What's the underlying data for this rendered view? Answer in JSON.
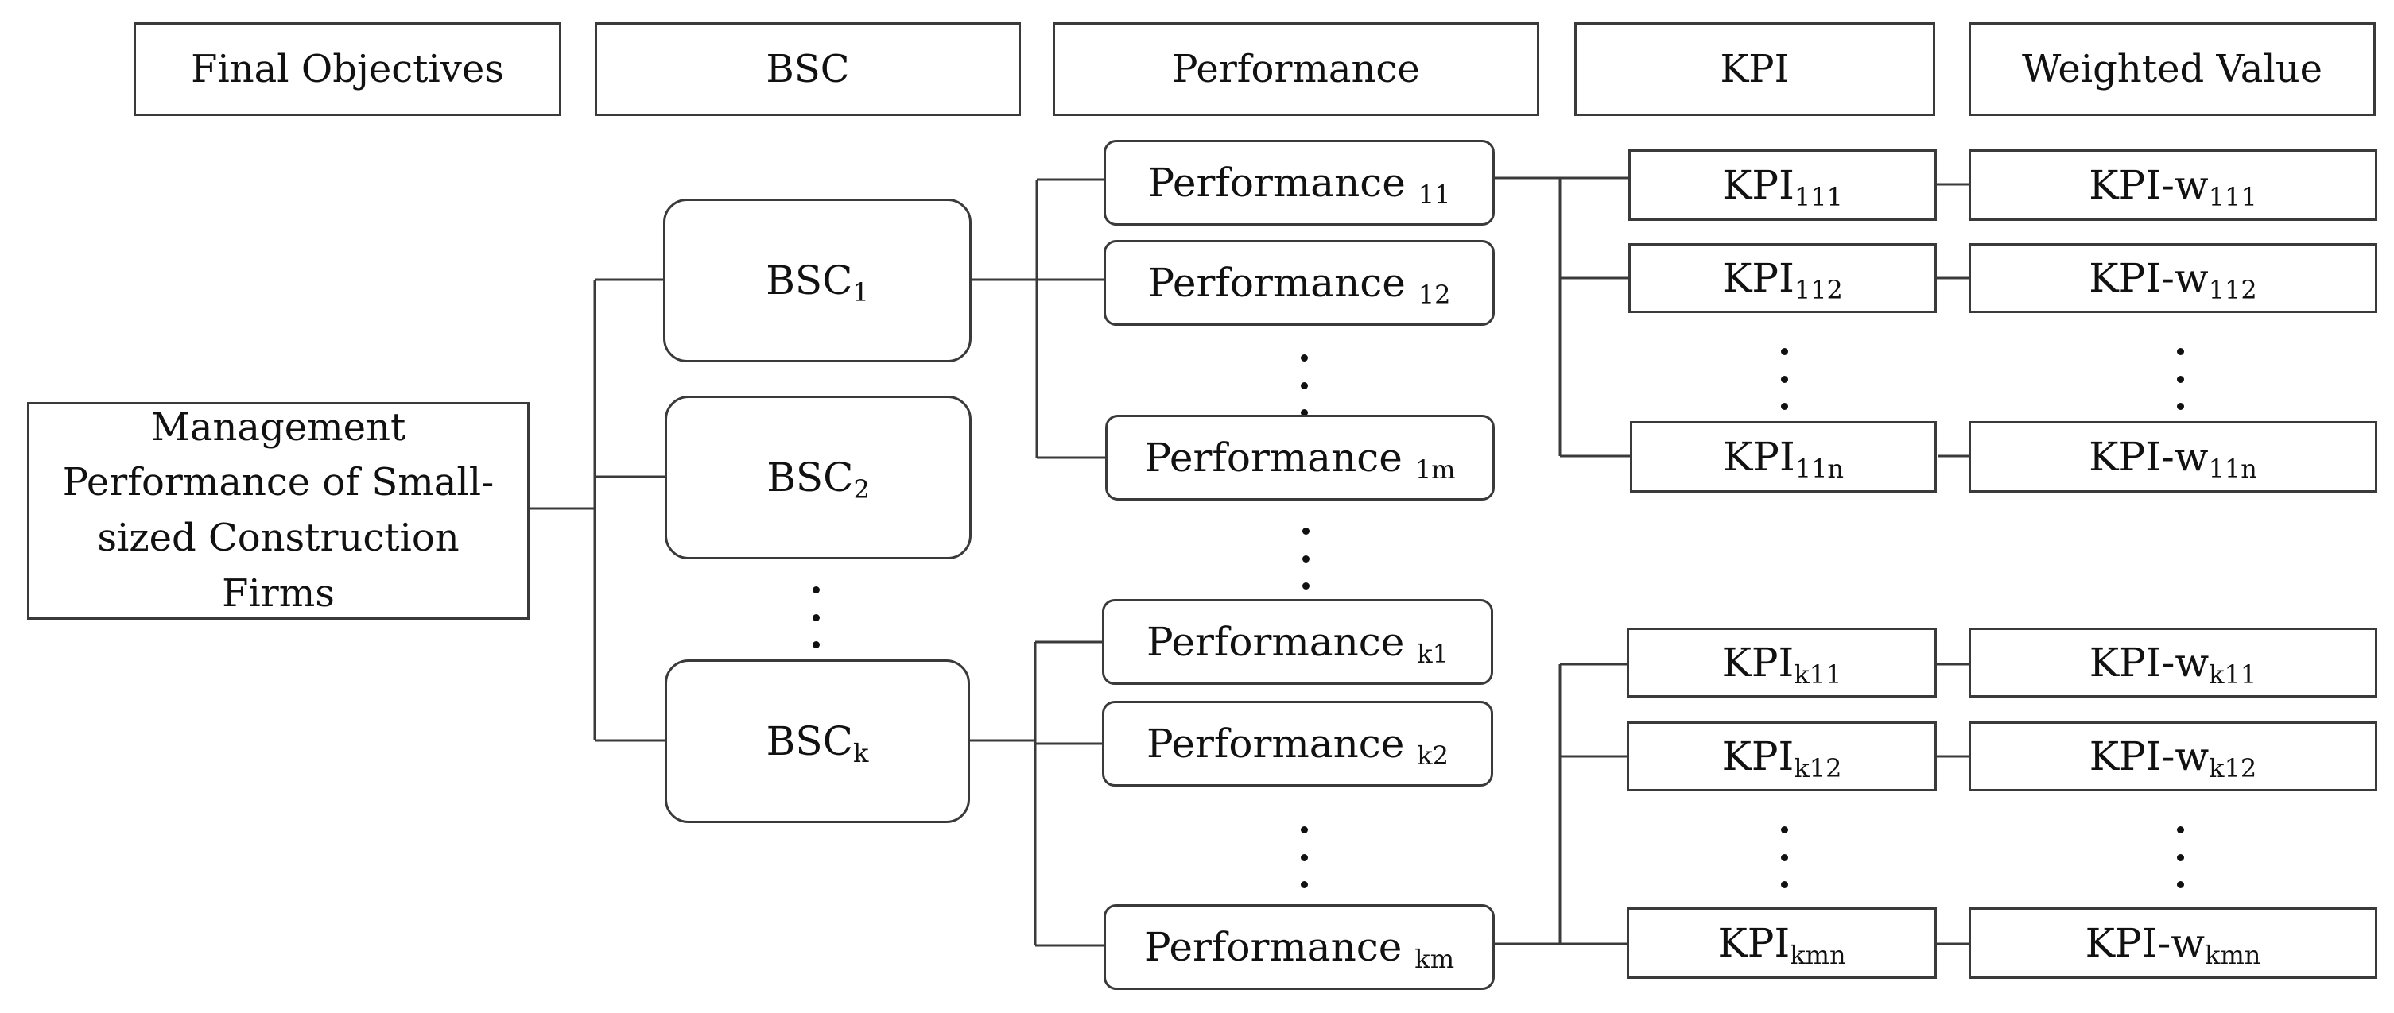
{
  "headers": {
    "final_objectives": "Final Objectives",
    "bsc": "BSC",
    "performance": "Performance",
    "kpi": "KPI",
    "weighted_value": "Weighted Value"
  },
  "root": {
    "label": "Management Performance of Small-sized Construction Firms"
  },
  "bsc_nodes": [
    {
      "main": "BSC",
      "sub": "1"
    },
    {
      "main": "BSC",
      "sub": "2"
    },
    {
      "main": "BSC",
      "sub": "k"
    }
  ],
  "performance_nodes": [
    {
      "main": "Performance",
      "sub": "11"
    },
    {
      "main": "Performance",
      "sub": "12"
    },
    {
      "main": "Performance",
      "sub": "1m"
    },
    {
      "main": "Performance",
      "sub": "k1"
    },
    {
      "main": "Performance",
      "sub": "k2"
    },
    {
      "main": "Performance",
      "sub": "km"
    }
  ],
  "kpi_nodes": [
    {
      "main": "KPI",
      "sub": "111"
    },
    {
      "main": "KPI",
      "sub": "112"
    },
    {
      "main": "KPI",
      "sub": "11n"
    },
    {
      "main": "KPI",
      "sub": "k11"
    },
    {
      "main": "KPI",
      "sub": "k12"
    },
    {
      "main": "KPI",
      "sub": "kmn"
    }
  ],
  "weighted_nodes": [
    {
      "main": "KPI-w",
      "sub": "111"
    },
    {
      "main": "KPI-w",
      "sub": "112"
    },
    {
      "main": "KPI-w",
      "sub": "11n"
    },
    {
      "main": "KPI-w",
      "sub": "k11"
    },
    {
      "main": "KPI-w",
      "sub": "k12"
    },
    {
      "main": "KPI-w",
      "sub": "kmn"
    }
  ],
  "line_color": "#3a3a3a"
}
